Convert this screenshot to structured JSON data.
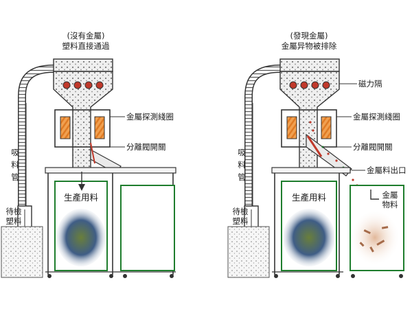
{
  "left_panel": {
    "caption_line1": "(沒有金屬)",
    "caption_line2": "塑料直接通過",
    "suction_pipe_label": [
      "吸",
      "料",
      "管"
    ],
    "waiting_material_label": [
      "待檢",
      "塑料"
    ],
    "production_bin_label": "生產用料"
  },
  "right_panel": {
    "caption_line1": "(發現金屬)",
    "caption_line2": "金屬异物被排除",
    "suction_pipe_label": [
      "吸",
      "料",
      "管"
    ],
    "waiting_material_label": [
      "待檢",
      "塑料"
    ],
    "production_bin_label": "生產用料",
    "metal_bin_label": [
      "金屬",
      "物料"
    ],
    "callouts": {
      "magnet": "磁力隔",
      "detector_coil": "金屬探測綫圈",
      "separation_valve": "分離閥開關",
      "metal_outlet": "金屬料出口"
    }
  },
  "colors": {
    "hopper_fill": "#e6e6e6",
    "outline": "#3a3a3a",
    "bin_border": "#1e7d2d",
    "coil": "#e07b24",
    "magnet": "#c0392b",
    "valve": "#c0392b",
    "pellets": "#2f4b9a"
  }
}
